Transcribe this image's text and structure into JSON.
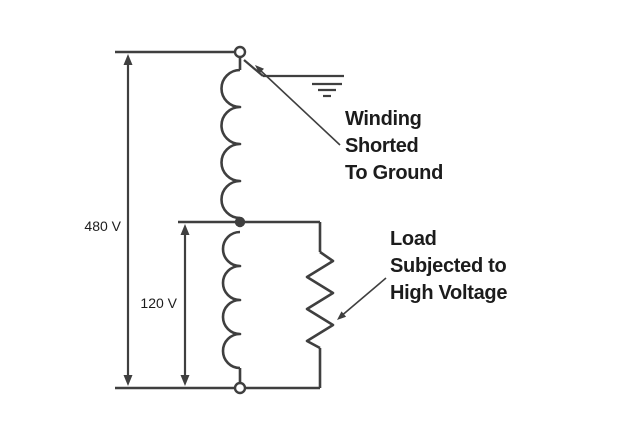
{
  "diagram": {
    "kind": "autotransformer-fault-schematic",
    "measurements": {
      "full_voltage": "480 V",
      "tap_voltage": "120 V"
    },
    "annotations": {
      "winding_note": {
        "line1": "Winding",
        "line2": "Shorted",
        "line3": "To Ground"
      },
      "load_note": {
        "line1": "Load",
        "line2": "Subjected to",
        "line3": "High Voltage"
      }
    },
    "colors": {
      "line": "#3f3f3f",
      "text": "#1c1c1c",
      "background": "#ffffff"
    }
  }
}
